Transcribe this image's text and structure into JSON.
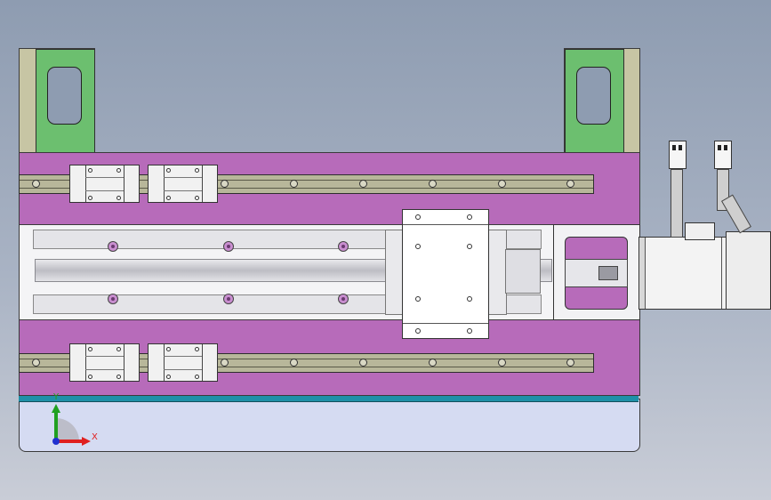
{
  "viewport": {
    "model": "linear-module-assembly",
    "triad": {
      "x_label": "X",
      "y_label": "Y"
    }
  },
  "colors": {
    "background": "#9aa6b8",
    "base_plate": "#b76bba",
    "brackets_green": "#6cbf6f",
    "rails": "#b8b79a",
    "base_strip": "#1e90a8",
    "triad_x": "#e02020",
    "triad_y": "#20a020",
    "triad_z": "#2030d0"
  },
  "icons": {
    "triad": "coordinate-triad-icon",
    "connector": "connector-plug-icon"
  }
}
